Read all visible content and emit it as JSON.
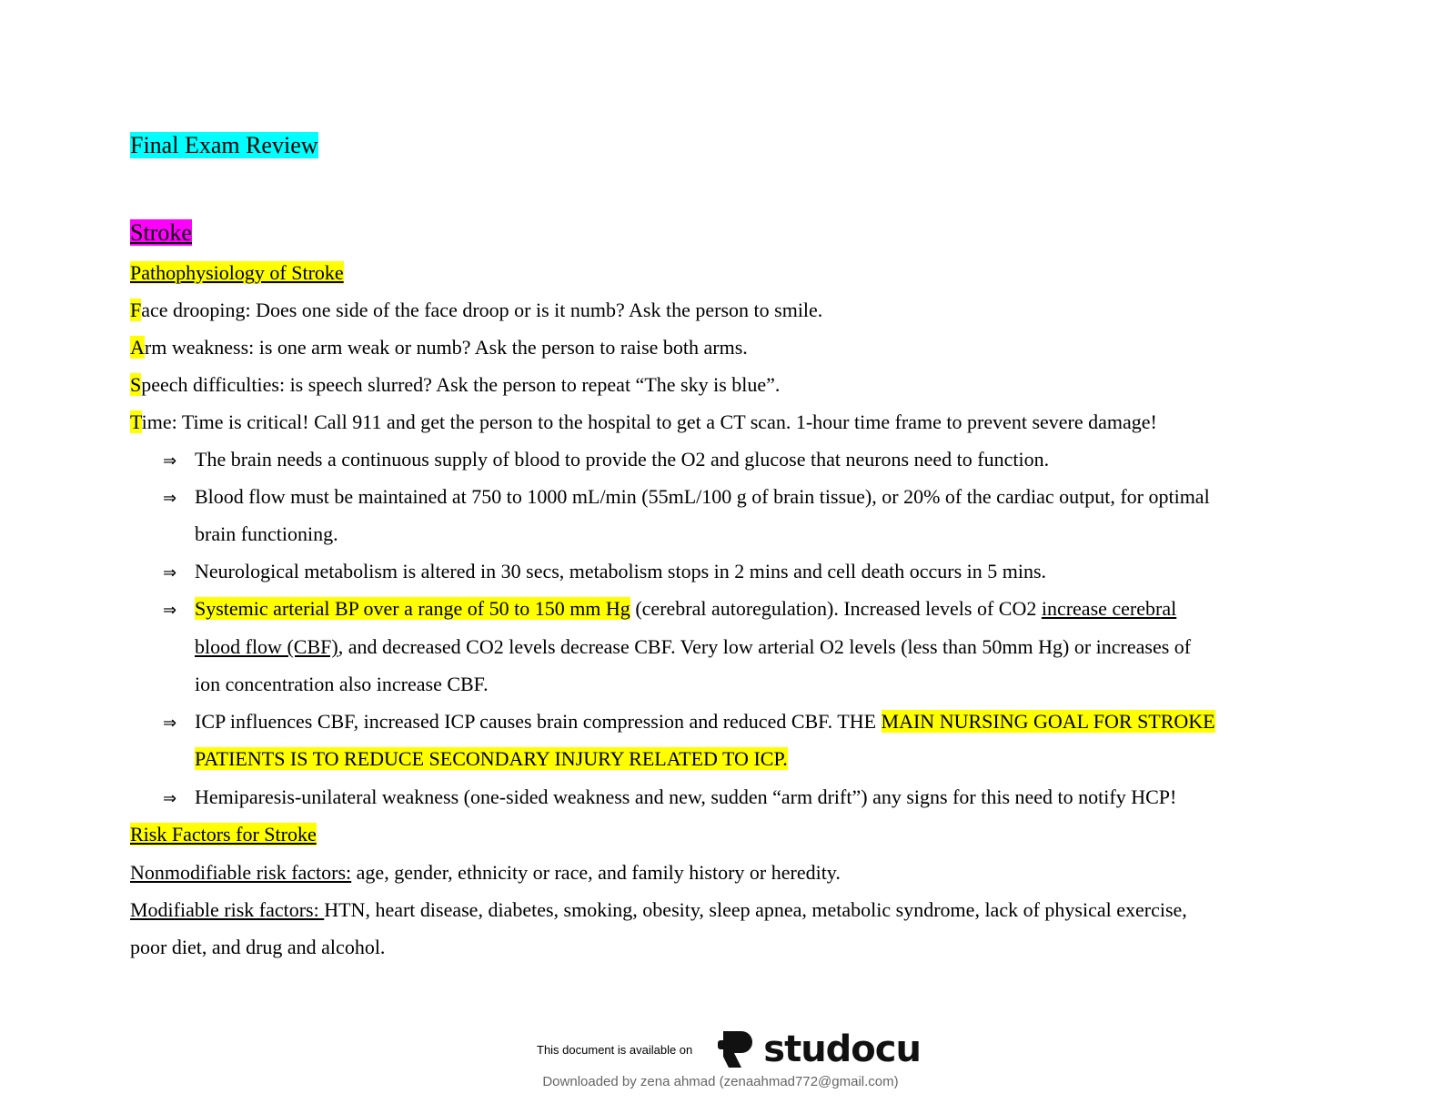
{
  "doc": {
    "title": "Final Exam Review",
    "section": "Stroke",
    "subsection1": "Pathophysiology of Stroke",
    "fast": [
      {
        "letter": "F",
        "rest": "ace drooping: Does one side of the face droop or is it numb? Ask the person to smile."
      },
      {
        "letter": "A",
        "rest": "rm weakness: is one arm weak or numb? Ask the person to raise both arms."
      },
      {
        "letter": "S",
        "rest": "peech difficulties: is speech slurred? Ask the person to repeat “The sky is blue”."
      },
      {
        "letter": "T",
        "rest": "ime: Time is critical! Call 911 and get the person to the hospital to get a CT scan. 1-hour time frame to prevent severe damage!"
      }
    ],
    "arrow_glyph": "⇒",
    "bullets": {
      "b1": "The brain needs a continuous supply of blood to provide the O2 and glucose that neurons need to function.",
      "b2_l1": "Blood flow must be maintained at 750 to 1000 mL/min (55mL/100 g of brain tissue), or 20% of the cardiac output, for optimal",
      "b2_l2": "brain functioning.",
      "b3": "Neurological metabolism is altered in 30 secs, metabolism stops in 2 mins and cell death occurs in 5 mins.",
      "b4_hl": "Systemic arterial BP over a range of 50 to 150 mm Hg",
      "b4_l1_rest": " (cerebral autoregulation). Increased levels of CO2 ",
      "b4_l1_u": "increase cerebral ",
      "b4_l2_u": "blood flow (CBF)",
      "b4_l2_rest": ", and decreased CO2 levels decrease CBF. Very low arterial O2 levels (less than 50mm Hg) or increases of",
      "b4_l3": "ion concentration also increase CBF.",
      "b5_l1_pre": "ICP influences CBF, increased ICP causes brain compression and reduced CBF. THE ",
      "b5_l1_hl": "MAIN NURSING GOAL FOR STROKE",
      "b5_l2_hl": "PATIENTS IS TO REDUCE SECONDARY INJURY RELATED TO ICP.",
      "b6": "Hemiparesis-unilateral weakness (one-sided weakness and new, sudden “arm drift”) any signs for this need to notify HCP!"
    },
    "subsection2": "Risk Factors for Stroke",
    "nonmod_label": "Nonmodifiable risk factors:",
    "nonmod_text": " age, gender, ethnicity or race, and family history or heredity.",
    "mod_label": "Modifiable risk factors: ",
    "mod_text_l1": "HTN, heart disease, diabetes, smoking, obesity, sleep apnea, metabolic syndrome, lack of physical exercise,",
    "mod_text_l2": "poor diet, and drug and alcohol."
  },
  "footer": {
    "available_text": "This document is available on",
    "brand": "studocu",
    "download_text": "Downloaded by zena ahmad (zenaahmad772@gmail.com)"
  },
  "colors": {
    "cyan_highlight": "#00ffff",
    "magenta_highlight": "#ff00ff",
    "yellow_highlight": "#ffff00"
  }
}
